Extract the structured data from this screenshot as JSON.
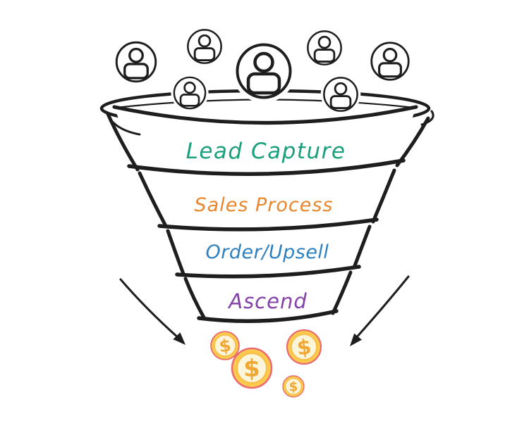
{
  "diagram": {
    "type": "sales-funnel",
    "background": "#ffffff",
    "ink_color": "#1e1e1e"
  },
  "funnel": {
    "levels": [
      {
        "label": "Lead Capture",
        "color": "#1aa07c"
      },
      {
        "label": "Sales Process",
        "color": "#e8872d"
      },
      {
        "label": "Order/Upsell",
        "color": "#2f80c0"
      },
      {
        "label": "Ascend",
        "color": "#8342a8"
      }
    ]
  },
  "audience_icons": {
    "name": "person-icon",
    "count": 7
  },
  "arrows": {
    "name": "down-arrow",
    "count": 2
  },
  "coins": {
    "symbol": "$",
    "count": 4,
    "colors": {
      "face": "#fbca4d",
      "inner": "#fcf5da",
      "border": "#ea6b71",
      "inner_ring": "#f6be45",
      "symbol": "#f0a733"
    }
  }
}
